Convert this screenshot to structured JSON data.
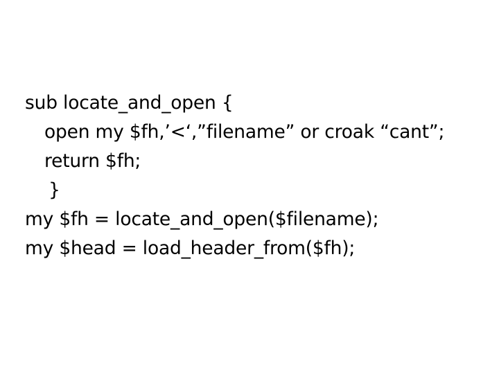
{
  "slide": {
    "background_color": "#FFFFFF",
    "text_color": "#000000",
    "code_lines": [
      {
        "text": "sub locate_and_open {",
        "indent": 0
      },
      {
        "text": "open my $fh,’<‘,”filename” or croak “cant”;",
        "indent": 1
      },
      {
        "text": "return $fh;",
        "indent": 1
      },
      {
        "text": "}",
        "indent": 2
      },
      {
        "text": "my $fh = locate_and_open($filename);",
        "indent": 0
      },
      {
        "text": "my $head = load_header_from($fh);",
        "indent": 0
      }
    ]
  }
}
